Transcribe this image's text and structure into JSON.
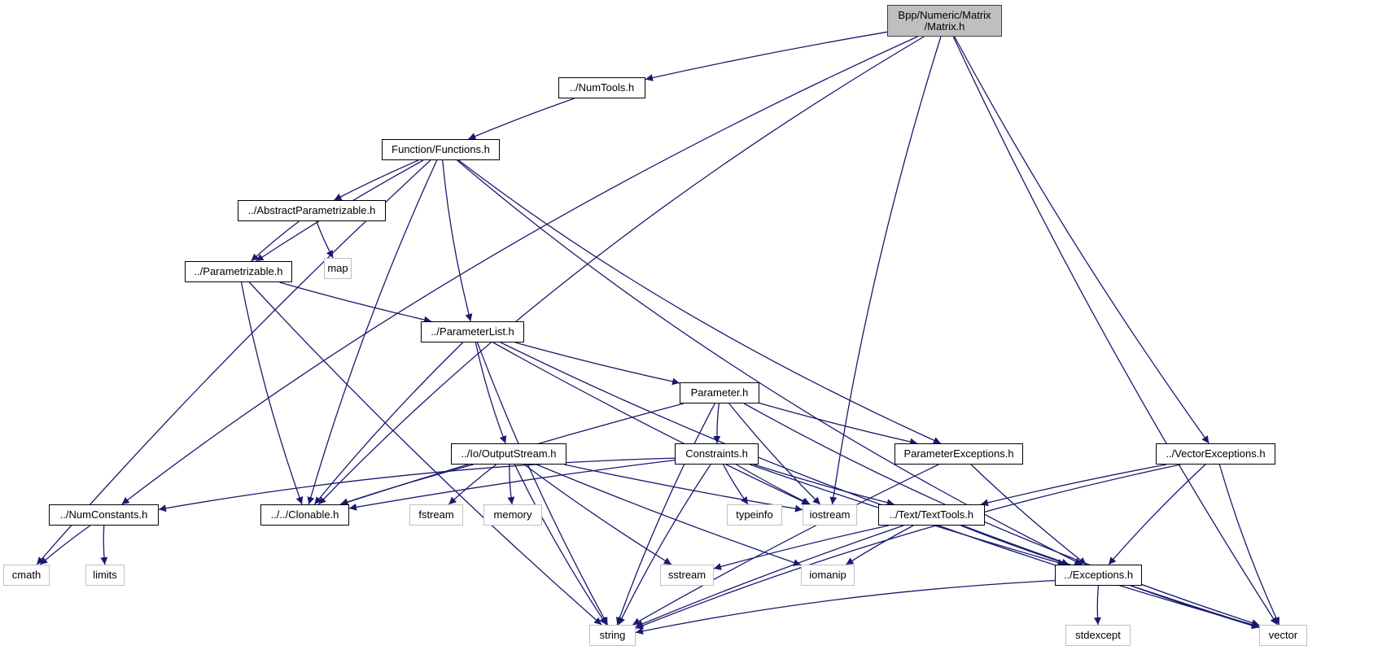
{
  "diagram": {
    "title": "Bpp/Numeric/Matrix/Matrix.h include dependency graph",
    "colors": {
      "edge": "#191970",
      "local_border": "#000000",
      "system_border": "#bfbfbf",
      "root_fill": "#bfbfbf"
    },
    "nodes": [
      {
        "id": "matrix",
        "label": "Bpp/Numeric/Matrix\n/Matrix.h",
        "kind": "root"
      },
      {
        "id": "numtools",
        "label": "../NumTools.h",
        "kind": "local"
      },
      {
        "id": "functions",
        "label": "Function/Functions.h",
        "kind": "local"
      },
      {
        "id": "abstractparam",
        "label": "../AbstractParametrizable.h",
        "kind": "local"
      },
      {
        "id": "map",
        "label": "map",
        "kind": "sys"
      },
      {
        "id": "parametrizable",
        "label": "../Parametrizable.h",
        "kind": "local"
      },
      {
        "id": "parameterlist",
        "label": "../ParameterList.h",
        "kind": "local"
      },
      {
        "id": "parameter",
        "label": "Parameter.h",
        "kind": "local"
      },
      {
        "id": "outputstream",
        "label": "../Io/OutputStream.h",
        "kind": "local"
      },
      {
        "id": "constraints",
        "label": "Constraints.h",
        "kind": "local"
      },
      {
        "id": "paramexceptions",
        "label": "ParameterExceptions.h",
        "kind": "local"
      },
      {
        "id": "vectorexceptions",
        "label": "../VectorExceptions.h",
        "kind": "local"
      },
      {
        "id": "numconstants",
        "label": "../NumConstants.h",
        "kind": "local"
      },
      {
        "id": "clonable",
        "label": "../../Clonable.h",
        "kind": "local"
      },
      {
        "id": "fstream",
        "label": "fstream",
        "kind": "sys"
      },
      {
        "id": "memory",
        "label": "memory",
        "kind": "sys"
      },
      {
        "id": "typeinfo",
        "label": "typeinfo",
        "kind": "sys"
      },
      {
        "id": "iostream",
        "label": "iostream",
        "kind": "sys"
      },
      {
        "id": "texttools",
        "label": "../Text/TextTools.h",
        "kind": "local"
      },
      {
        "id": "cmath",
        "label": "cmath",
        "kind": "sys"
      },
      {
        "id": "limits",
        "label": "limits",
        "kind": "sys"
      },
      {
        "id": "sstream",
        "label": "sstream",
        "kind": "sys"
      },
      {
        "id": "iomanip",
        "label": "iomanip",
        "kind": "sys"
      },
      {
        "id": "exceptions",
        "label": "../Exceptions.h",
        "kind": "local"
      },
      {
        "id": "string",
        "label": "string",
        "kind": "sys"
      },
      {
        "id": "stdexcept",
        "label": "stdexcept",
        "kind": "sys"
      },
      {
        "id": "vector",
        "label": "vector",
        "kind": "sys"
      }
    ],
    "edges": [
      [
        "matrix",
        "numtools"
      ],
      [
        "matrix",
        "numconstants"
      ],
      [
        "matrix",
        "clonable"
      ],
      [
        "matrix",
        "iostream"
      ],
      [
        "matrix",
        "vectorexceptions"
      ],
      [
        "matrix",
        "vector"
      ],
      [
        "numtools",
        "functions"
      ],
      [
        "functions",
        "abstractparam"
      ],
      [
        "functions",
        "parametrizable"
      ],
      [
        "functions",
        "cmath"
      ],
      [
        "functions",
        "clonable"
      ],
      [
        "functions",
        "parameterlist"
      ],
      [
        "functions",
        "paramexceptions"
      ],
      [
        "functions",
        "exceptions"
      ],
      [
        "abstractparam",
        "parametrizable"
      ],
      [
        "abstractparam",
        "map"
      ],
      [
        "parametrizable",
        "parameterlist"
      ],
      [
        "parametrizable",
        "clonable"
      ],
      [
        "parametrizable",
        "string"
      ],
      [
        "parameterlist",
        "parameter"
      ],
      [
        "parameterlist",
        "outputstream"
      ],
      [
        "parameterlist",
        "clonable"
      ],
      [
        "parameterlist",
        "string"
      ],
      [
        "parameterlist",
        "iostream"
      ],
      [
        "parameterlist",
        "vector"
      ],
      [
        "parameter",
        "constraints"
      ],
      [
        "parameter",
        "paramexceptions"
      ],
      [
        "parameter",
        "clonable"
      ],
      [
        "parameter",
        "string"
      ],
      [
        "parameter",
        "iostream"
      ],
      [
        "parameter",
        "vector"
      ],
      [
        "outputstream",
        "clonable"
      ],
      [
        "outputstream",
        "fstream"
      ],
      [
        "outputstream",
        "memory"
      ],
      [
        "outputstream",
        "sstream"
      ],
      [
        "outputstream",
        "iomanip"
      ],
      [
        "outputstream",
        "iostream"
      ],
      [
        "outputstream",
        "string"
      ],
      [
        "constraints",
        "clonable"
      ],
      [
        "constraints",
        "numconstants"
      ],
      [
        "constraints",
        "typeinfo"
      ],
      [
        "constraints",
        "iostream"
      ],
      [
        "constraints",
        "texttools"
      ],
      [
        "constraints",
        "exceptions"
      ],
      [
        "constraints",
        "string"
      ],
      [
        "paramexceptions",
        "exceptions"
      ],
      [
        "paramexceptions",
        "string"
      ],
      [
        "vectorexceptions",
        "texttools"
      ],
      [
        "vectorexceptions",
        "exceptions"
      ],
      [
        "vectorexceptions",
        "string"
      ],
      [
        "vectorexceptions",
        "vector"
      ],
      [
        "numconstants",
        "cmath"
      ],
      [
        "numconstants",
        "limits"
      ],
      [
        "texttools",
        "sstream"
      ],
      [
        "texttools",
        "iomanip"
      ],
      [
        "texttools",
        "exceptions"
      ],
      [
        "texttools",
        "string"
      ],
      [
        "texttools",
        "vector"
      ],
      [
        "exceptions",
        "stdexcept"
      ],
      [
        "exceptions",
        "string"
      ],
      [
        "exceptions",
        "vector"
      ]
    ]
  }
}
